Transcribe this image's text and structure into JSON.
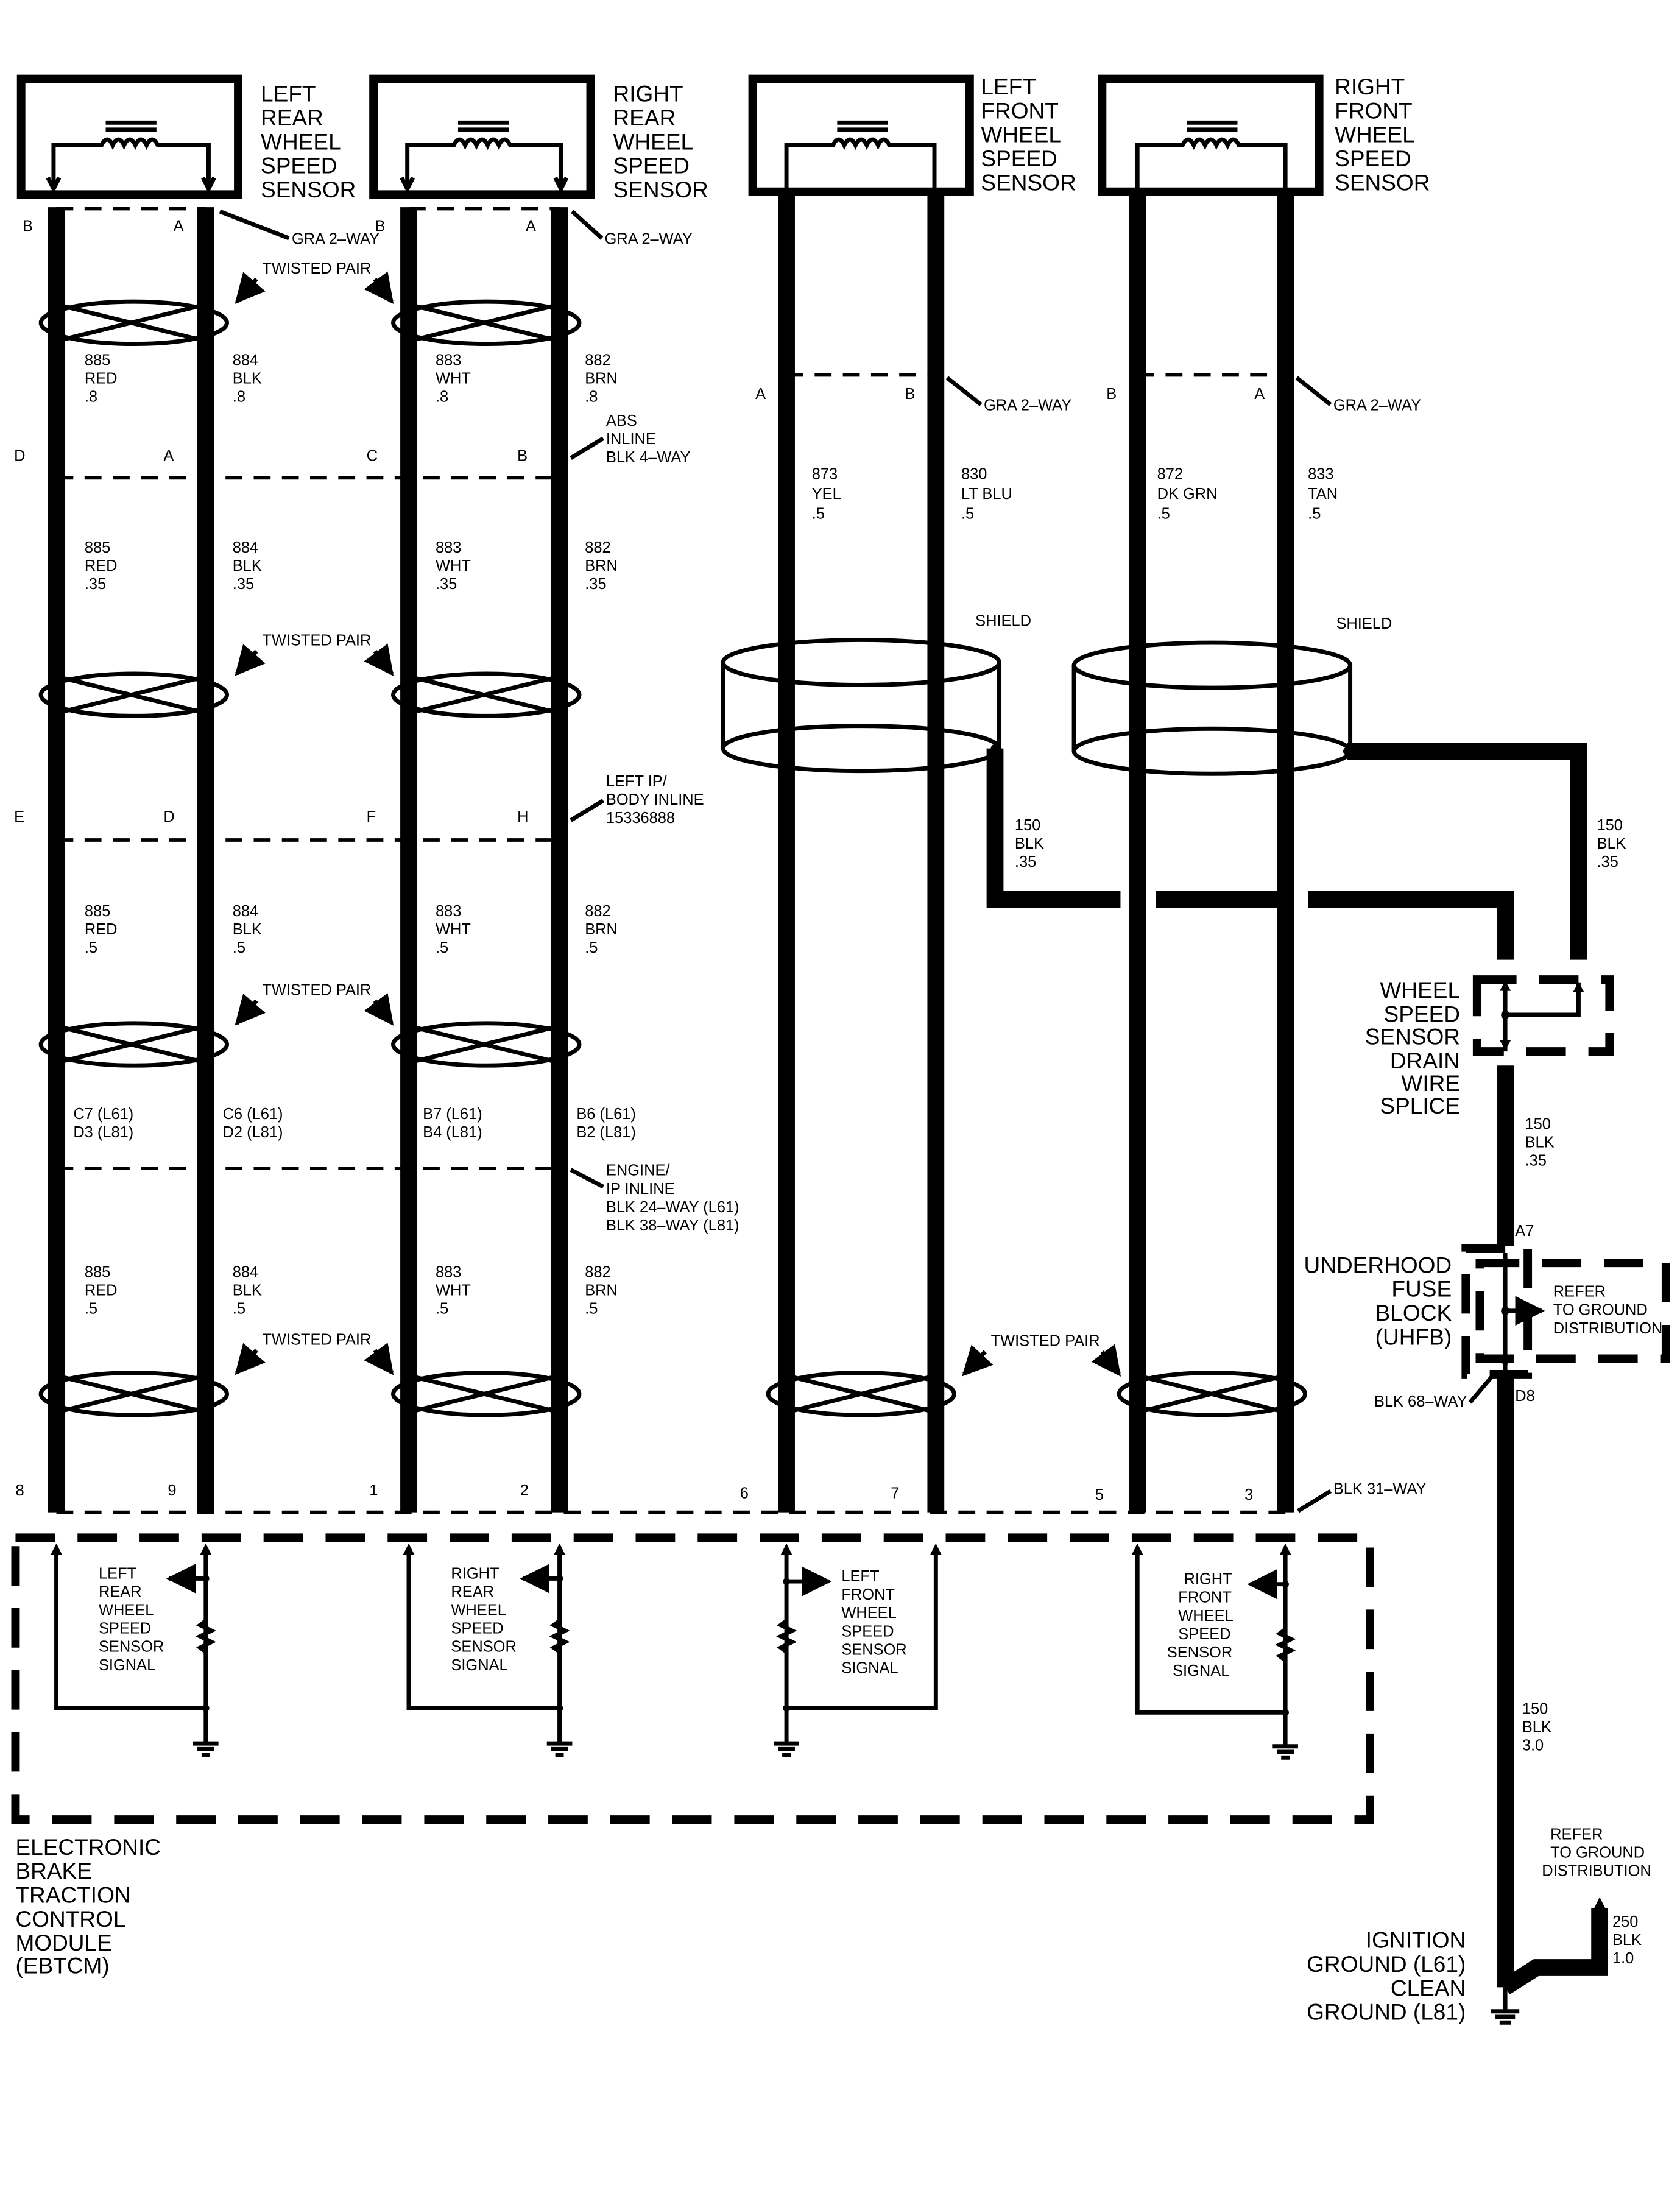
{
  "sensors": {
    "lr": [
      "LEFT",
      "REAR",
      "WHEEL",
      "SPEED",
      "SENSOR"
    ],
    "rr": [
      "RIGHT",
      "REAR",
      "WHEEL",
      "SPEED",
      "SENSOR"
    ],
    "lf": [
      "LEFT",
      "FRONT",
      "WHEEL",
      "SPEED",
      "SENSOR"
    ],
    "rf": [
      "RIGHT",
      "FRONT",
      "WHEEL",
      "SPEED",
      "SENSOR"
    ]
  },
  "connectors": {
    "gra": "GRA 2–WAY",
    "abs": [
      "ABS",
      "INLINE",
      "BLK 4–WAY"
    ],
    "leftip": [
      "LEFT IP/",
      "BODY INLINE",
      "15336888"
    ],
    "engine": [
      "ENGINE/",
      "IP INLINE",
      "BLK 24–WAY (L61)",
      "BLK 38–WAY (L81)"
    ],
    "blk31": "BLK 31–WAY",
    "blk68": "BLK 68–WAY"
  },
  "labels": {
    "twisted": "TWISTED PAIR",
    "shield": "SHIELD"
  },
  "pins": {
    "B": "B",
    "A": "A",
    "C": "C",
    "D": "D",
    "E": "E",
    "F": "F",
    "H": "H",
    "c7": "C7 (L61)",
    "d3": "D3 (L81)",
    "c6": "C6 (L61)",
    "d2": "D2 (L81)",
    "b7": "B7 (L61)",
    "b4": "B4 (L81)",
    "b6": "B6 (L61)",
    "b2": "B2 (L81)",
    "p8": "8",
    "p9": "9",
    "p1": "1",
    "p2": "2",
    "p6": "6",
    "p7": "7",
    "p5": "5",
    "p3": "3",
    "a7": "A7",
    "d8": "D8"
  },
  "wires": {
    "w885_8": [
      "885",
      "RED",
      ".8"
    ],
    "w884_8": [
      "884",
      "BLK",
      ".8"
    ],
    "w883_8": [
      "883",
      "WHT",
      ".8"
    ],
    "w882_8": [
      "882",
      "BRN",
      ".8"
    ],
    "w885_35": [
      "885",
      "RED",
      ".35"
    ],
    "w884_35": [
      "884",
      "BLK",
      ".35"
    ],
    "w883_35": [
      "883",
      "WHT",
      ".35"
    ],
    "w882_35": [
      "882",
      "BRN",
      ".35"
    ],
    "w885_5": [
      "885",
      "RED",
      ".5"
    ],
    "w884_5": [
      "884",
      "BLK",
      ".5"
    ],
    "w883_5": [
      "883",
      "WHT",
      ".5"
    ],
    "w882_5": [
      "882",
      "BRN",
      ".5"
    ],
    "w873": [
      "873",
      "YEL",
      ".5"
    ],
    "w830": [
      "830",
      "LT BLU",
      ".5"
    ],
    "w872": [
      "872",
      "DK GRN",
      ".5"
    ],
    "w833": [
      "833",
      "TAN",
      ".5"
    ],
    "w150_35": [
      "150",
      "BLK",
      ".35"
    ],
    "w150_30": [
      "150",
      "BLK",
      "3.0"
    ],
    "w250": [
      "250",
      "BLK",
      "1.0"
    ]
  },
  "module": {
    "title": [
      "ELECTRONIC",
      "BRAKE",
      "TRACTION",
      "CONTROL",
      "MODULE",
      "(EBTCM)"
    ],
    "lr": [
      "LEFT",
      "REAR",
      "WHEEL",
      "SPEED",
      "SENSOR",
      "SIGNAL"
    ],
    "rr": [
      "RIGHT",
      "REAR",
      "WHEEL",
      "SPEED",
      "SENSOR",
      "SIGNAL"
    ],
    "lf": [
      "LEFT",
      "FRONT",
      "WHEEL",
      "SPEED",
      "SENSOR",
      "SIGNAL"
    ],
    "rf": [
      "RIGHT",
      "FRONT",
      "WHEEL",
      "SPEED",
      "SENSOR",
      "SIGNAL"
    ]
  },
  "splice": [
    "WHEEL",
    "SPEED",
    "SENSOR",
    "DRAIN",
    "WIRE",
    "SPLICE"
  ],
  "uhfb": [
    "UNDERHOOD",
    "FUSE",
    "BLOCK",
    "(UHFB)"
  ],
  "refer": [
    "REFER",
    "TO GROUND",
    "DISTRIBUTION"
  ],
  "ground": [
    "IGNITION",
    "GROUND (L61)",
    "CLEAN",
    "GROUND (L81)"
  ]
}
